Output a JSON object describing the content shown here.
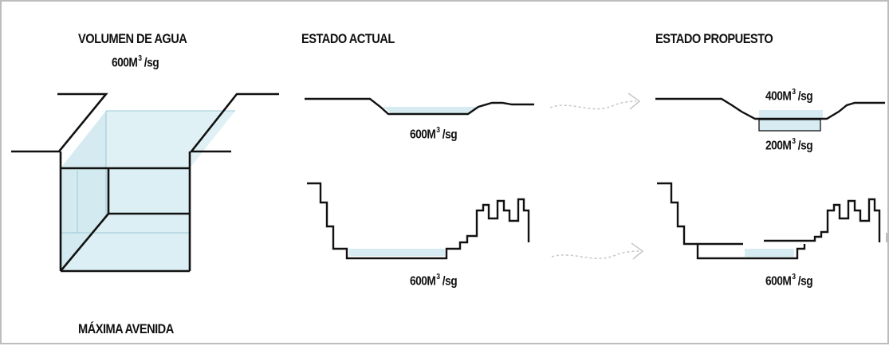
{
  "titles": {
    "volume": "VOLUMEN DE AGUA",
    "current": "ESTADO ACTUAL",
    "proposed": "ESTADO PROPUESTO",
    "max_flood": "MÁXIMA AVENIDA"
  },
  "flows": {
    "volume_total": {
      "value": "600M",
      "exp": "3",
      "unit": " /sg"
    },
    "current_top": {
      "value": "600M",
      "exp": "3",
      "unit": " /sg"
    },
    "current_bottom": {
      "value": "600M",
      "exp": "3",
      "unit": " /sg"
    },
    "proposed_upper": {
      "value": "400M",
      "exp": "3",
      "unit": " /sg"
    },
    "proposed_lower": {
      "value": "200M",
      "exp": "3",
      "unit": " /sg"
    },
    "proposed_bottom": {
      "value": "600M",
      "exp": "3",
      "unit": " /sg"
    }
  },
  "colors": {
    "water": "#d6ecf2",
    "water_edge": "#9cc9d6",
    "line": "#111111",
    "arrow": "#c9c9c9"
  }
}
